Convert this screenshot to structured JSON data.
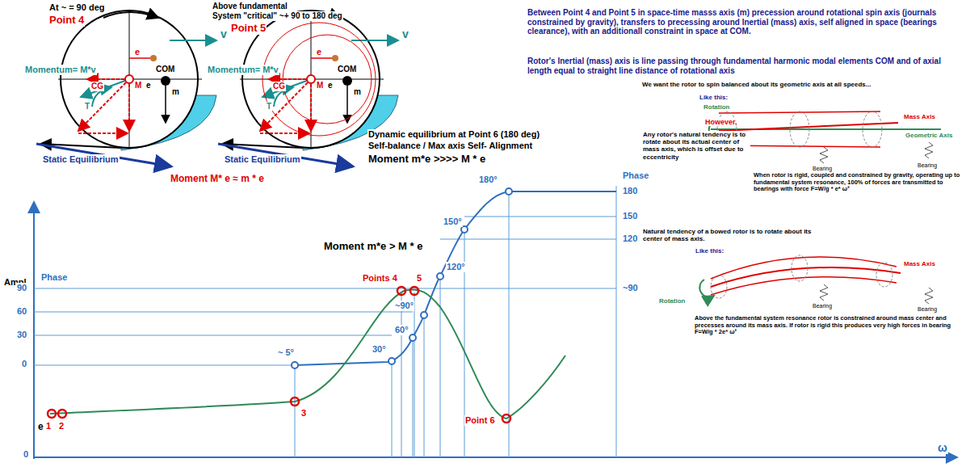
{
  "diagram": {
    "labels": [
      "At ~ = 90 deg",
      "Point 4",
      "v",
      "e",
      "Momentum= M*v",
      "CG",
      "M",
      "e",
      "COM",
      "m",
      "T",
      "Static Equilibrium",
      "Moment M* e ≈ m * e",
      "Above fundamental",
      "System \"critical\" ~+ 90 to 180 deg",
      "Point 5",
      "v",
      "e",
      "Momentum= M*v",
      "CG",
      "M",
      "e",
      "COM",
      "m",
      "T",
      "Static Equilibrium",
      "Dynamic equilibrium at Point 6 (180 deg)",
      "Self-balance / Max axis Self- Alignment",
      "Moment m*e >>>> M * e",
      "Between Point 4 and Point 5 in space-time masss axis (m) precession around rotational spin axis (journals constrained by gravity), transfers to precessing around Inertial (mass) axis, self aligned in space (bearings clearance), with an additionall constraint in space at COM.",
      "Rotor's Inertial (mass) axis is line passing through fundamental harmonic modal elements COM and of axial length equal to straight line distance of rotational axis",
      "We want the rotor to spin balanced about its geometric axis at all speeds...",
      "Like this:",
      "Rotation",
      "Mass Axis",
      "Geometric Axis",
      "Bearing",
      "Bearing",
      "However,",
      "Any rotor's natural tendency is to rotate about its actual center of mass axis, which is offset due to eccentricity",
      "When rotor is rigid, coupled and constrained by gravity, operating up to fundamental system resonance, 100% of forces are transmitted to bearings with force F=W/g * e* ω²",
      "Natural tendency of a bowed rotor is to rotate about its center of mass axis.",
      "Like this:",
      "Rotation",
      "Mass Axis",
      "Bearing",
      "Bearing",
      "Above the fundamental system resonance rotor is constrained around mass center and precesses around its mass axis. If rotor is rigid this produces very high forces in bearing F=W/g * 2e* ω²",
      "Ampl",
      "Phase",
      "90",
      "60",
      "30",
      "0",
      "e",
      "0",
      "Phase",
      "180",
      "150",
      "120",
      "~90",
      "~ 5°",
      "30°",
      "60°",
      "~90°",
      "120°",
      "150°",
      "180°",
      "1",
      "2",
      "3",
      "Points 4",
      "5",
      "Point 6",
      "Moment m*e > M * e",
      "ω"
    ]
  }
}
